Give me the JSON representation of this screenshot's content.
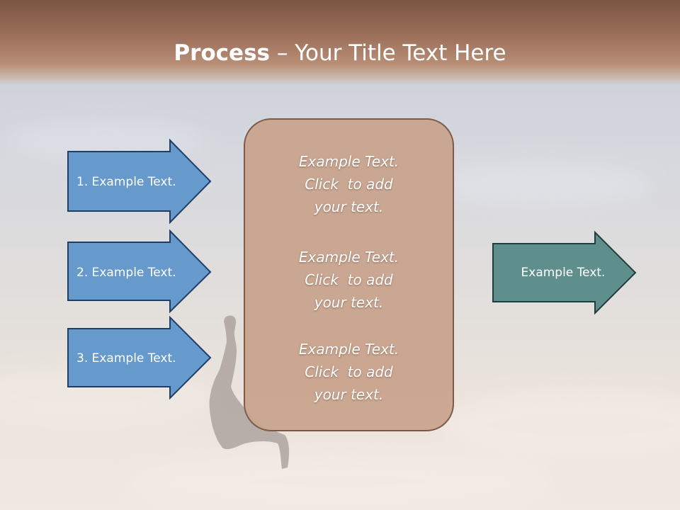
{
  "slide": {
    "title_bold": "Process",
    "title_rest": " – Your Title Text Here"
  },
  "left_arrows": [
    {
      "label": "1. Example Text."
    },
    {
      "label": "2. Example Text."
    },
    {
      "label": "3. Example Text."
    }
  ],
  "center_box": {
    "blocks": [
      {
        "lines": [
          "Example Text.",
          "Click  to add",
          "your text."
        ]
      },
      {
        "lines": [
          "Example Text.",
          "Click  to add",
          "your text."
        ]
      },
      {
        "lines": [
          "Example Text.",
          "Click  to add",
          "your text."
        ]
      }
    ]
  },
  "right_arrow": {
    "label": "Example Text."
  },
  "colors": {
    "header": "#9a6e58",
    "left_arrow_fill": "#6699cc",
    "left_arrow_stroke": "#1f3e66",
    "box_fill": "#c9a590",
    "box_stroke": "#7a5a4a",
    "right_arrow_fill": "#5f8f8d",
    "right_arrow_stroke": "#1f3d3c"
  }
}
